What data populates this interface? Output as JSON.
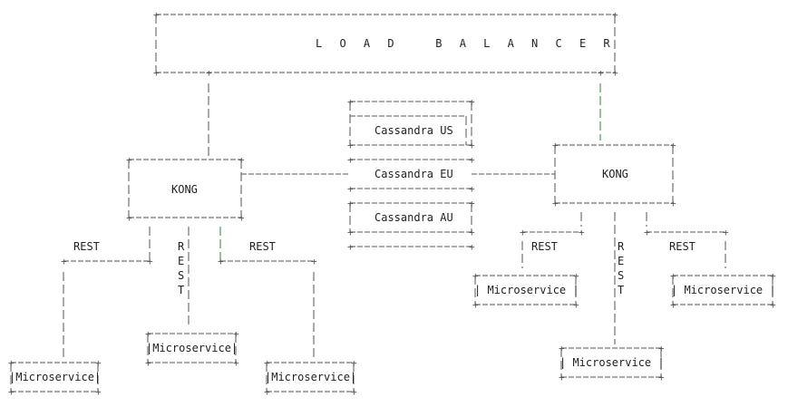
{
  "diagram": {
    "load_balancer": "L O A D   B A L A N C E R",
    "gateways": {
      "left": "KONG",
      "right": "KONG"
    },
    "cassandra": [
      "Cassandra US",
      "Cassandra EU",
      "Cassandra AU"
    ],
    "rest": "REST",
    "rest_vertical": [
      "R",
      "E",
      "S",
      "T"
    ],
    "services": {
      "left_left": "|Microservice|",
      "left_mid": "|Microservice|",
      "left_right": "|Microservice|",
      "right_left": "| Microservice |",
      "right_mid": "| Microservice |",
      "right_right": "| Microservice |"
    }
  }
}
